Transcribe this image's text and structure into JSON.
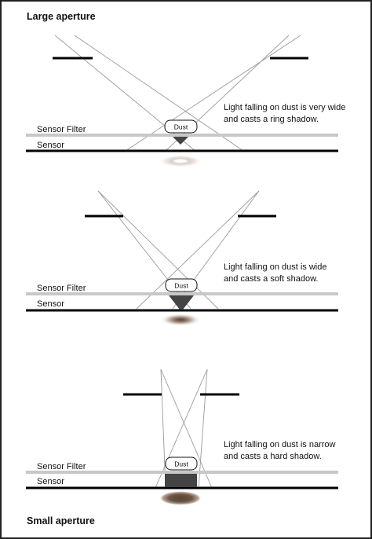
{
  "titles": {
    "top": "Large aperture",
    "bottom": "Small aperture"
  },
  "panels": [
    {
      "sensor_filter_label": "Sensor Filter",
      "sensor_label": "Sensor",
      "dust_label": "Dust",
      "description_line1": "Light falling on dust is  very wide",
      "description_line2": "and casts a ring shadow."
    },
    {
      "sensor_filter_label": "Sensor Filter",
      "sensor_label": "Sensor",
      "dust_label": "Dust",
      "description_line1": "Light falling on dust is wide",
      "description_line2": "and casts a soft shadow."
    },
    {
      "sensor_filter_label": "Sensor Filter",
      "sensor_label": "Sensor",
      "dust_label": "Dust",
      "description_line1": "Light falling on dust is narrow",
      "description_line2": "and casts a hard shadow."
    }
  ],
  "colors": {
    "border": "#222222",
    "filter": "#c8c8c8",
    "sensor": "#000000",
    "ray": "#9a9a9a",
    "shadow_cone": "#444444",
    "shadow_blob": "#6a4e3e"
  }
}
